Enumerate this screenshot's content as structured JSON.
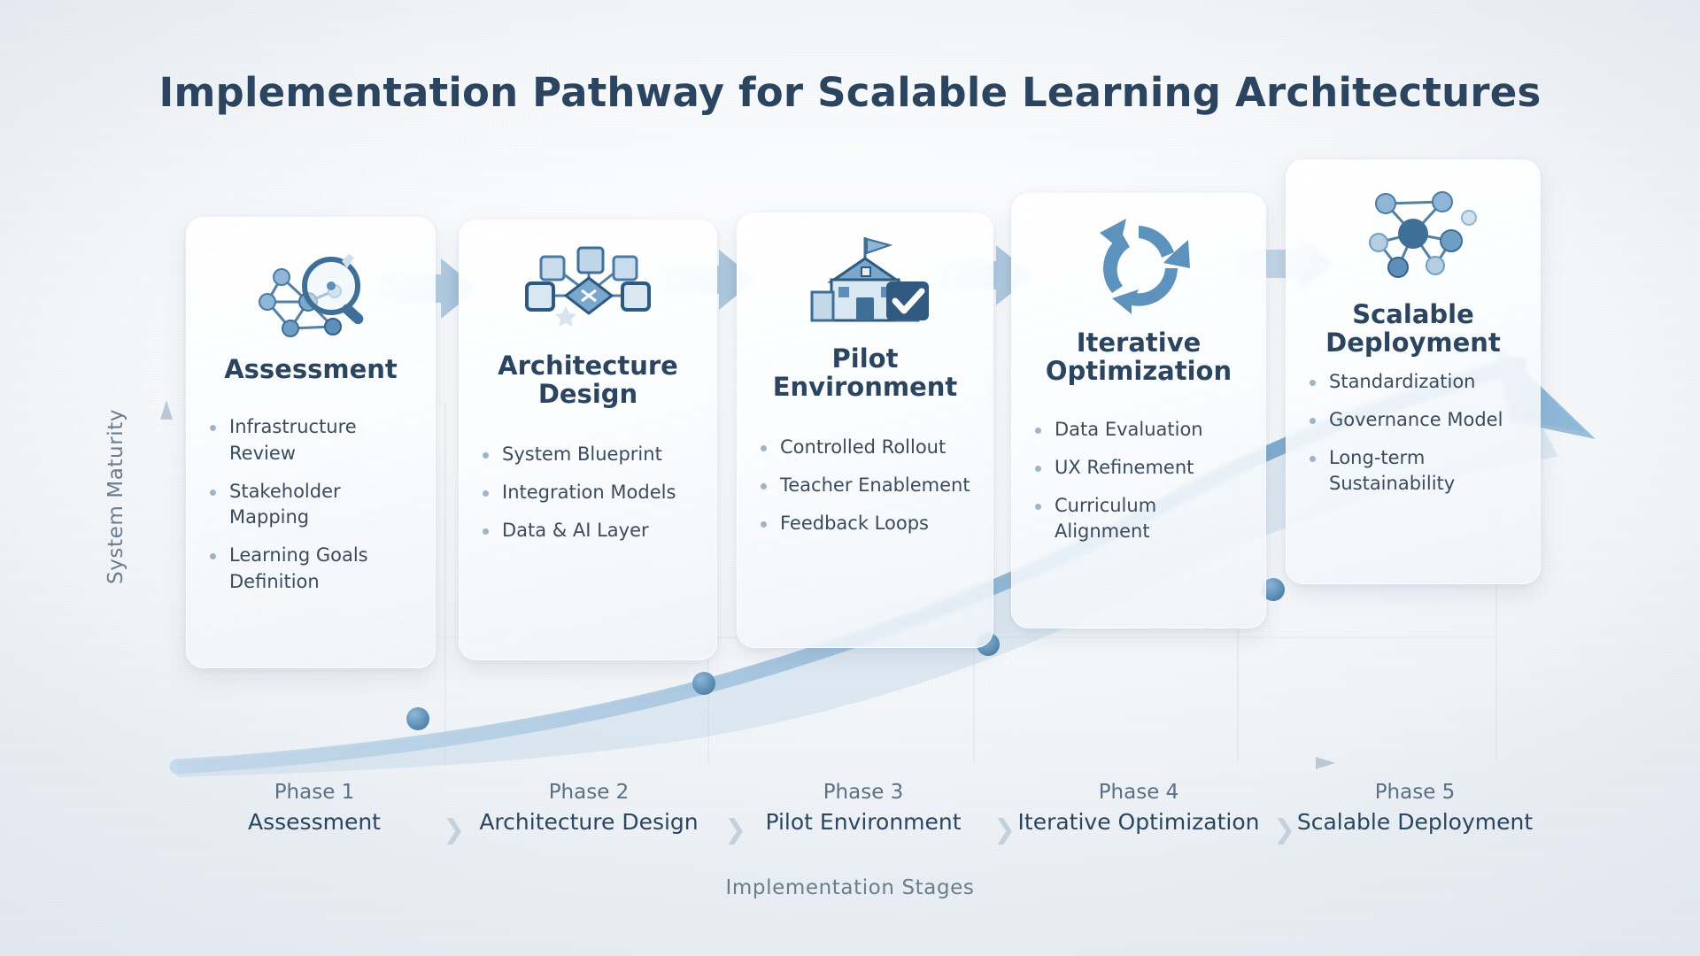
{
  "title": "Implementation Pathway for Scalable Learning Architectures",
  "axes": {
    "y_label": "System Maturity",
    "x_label": "Implementation Stages"
  },
  "cards": [
    {
      "icon": "network-magnifier-icon",
      "title": "Assessment",
      "bullets": [
        "Infrastructure Review",
        "Stakeholder Mapping",
        "Learning Goals Definition"
      ]
    },
    {
      "icon": "node-diagram-icon",
      "title": "Architecture Design",
      "bullets": [
        "System Blueprint",
        "Integration Models",
        "Data & AI Layer"
      ]
    },
    {
      "icon": "school-check-icon",
      "title": "Pilot Environment",
      "bullets": [
        "Controlled Rollout",
        "Teacher Enablement",
        "Feedback Loops"
      ]
    },
    {
      "icon": "cycle-arrows-icon",
      "title": "Iterative Optimization",
      "bullets": [
        "Data Evaluation",
        "UX Refinement",
        "Curriculum Alignment"
      ]
    },
    {
      "icon": "molecule-network-icon",
      "title": "Scalable Deployment",
      "bullets": [
        "Standardization",
        "Governance Model",
        "Long-term Sustainability"
      ]
    }
  ],
  "phases": [
    {
      "number": "Phase 1",
      "name": "Assessment"
    },
    {
      "number": "Phase 2",
      "name": "Architecture Design"
    },
    {
      "number": "Phase 3",
      "name": "Pilot Environment"
    },
    {
      "number": "Phase 4",
      "name": "Iterative Optimization"
    },
    {
      "number": "Phase 5",
      "name": "Scalable Deployment"
    }
  ],
  "chart_data": {
    "type": "line",
    "title": "Implementation Pathway for Scalable Learning Architectures",
    "xlabel": "Implementation Stages",
    "ylabel": "System Maturity",
    "categories": [
      "Phase 1",
      "Phase 2",
      "Phase 3",
      "Phase 4",
      "Phase 5"
    ],
    "series": [
      {
        "name": "System Maturity",
        "values": [
          14,
          22,
          34,
          55,
          88
        ]
      }
    ],
    "xlim": [
      0,
      5
    ],
    "ylim": [
      0,
      100
    ],
    "grid": true,
    "legend": "none",
    "markers": [
      {
        "x": "Phase 1",
        "y": 14
      },
      {
        "x": "Phase 2",
        "y": 22
      },
      {
        "x": "Phase 3",
        "y": 34
      },
      {
        "x": "Phase 4",
        "y": 55
      }
    ],
    "annotations": [
      "Upward growth curve ending in an arrowhead at top right"
    ]
  },
  "colors": {
    "title": "#2b4560",
    "body_text": "#3c4b5c",
    "accent": "#5f92bd",
    "curve": "#7ba7cc",
    "bullet": "#9fb4c8",
    "axis": "#b9c6d3",
    "background": "#f2f5f8"
  }
}
